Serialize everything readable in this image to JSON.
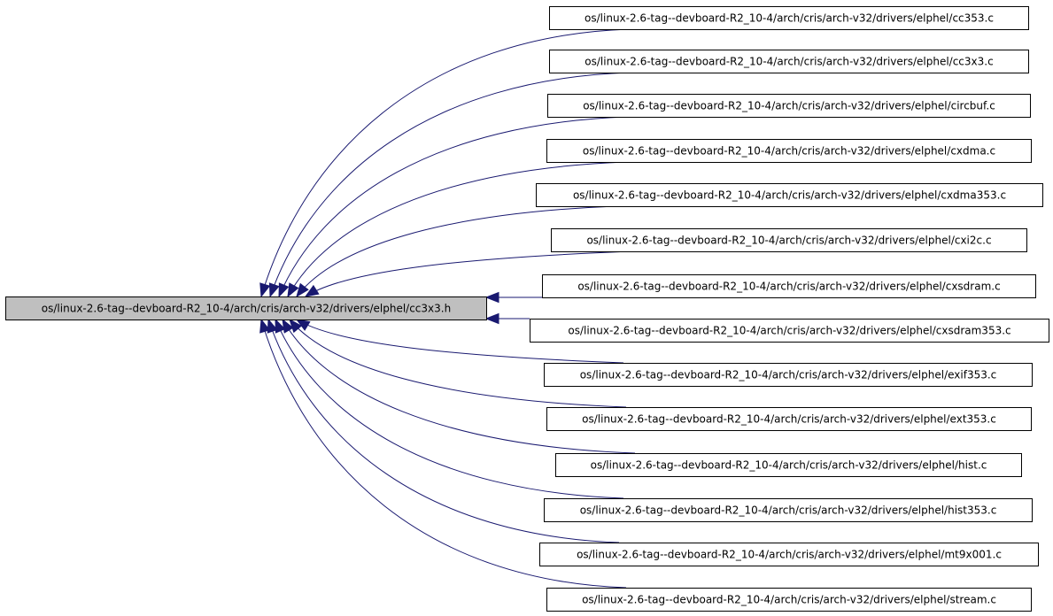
{
  "colors": {
    "edge": "#191970",
    "target_fill": "#bfbfbf",
    "source_fill": "#ffffff",
    "border": "#000000"
  },
  "graph": {
    "target": {
      "label": "os/linux-2.6-tag--devboard-R2_10-4/arch/cris/arch-v32/drivers/elphel/cc3x3.h"
    },
    "sources": [
      {
        "label": "os/linux-2.6-tag--devboard-R2_10-4/arch/cris/arch-v32/drivers/elphel/cc353.c"
      },
      {
        "label": "os/linux-2.6-tag--devboard-R2_10-4/arch/cris/arch-v32/drivers/elphel/cc3x3.c"
      },
      {
        "label": "os/linux-2.6-tag--devboard-R2_10-4/arch/cris/arch-v32/drivers/elphel/circbuf.c"
      },
      {
        "label": "os/linux-2.6-tag--devboard-R2_10-4/arch/cris/arch-v32/drivers/elphel/cxdma.c"
      },
      {
        "label": "os/linux-2.6-tag--devboard-R2_10-4/arch/cris/arch-v32/drivers/elphel/cxdma353.c"
      },
      {
        "label": "os/linux-2.6-tag--devboard-R2_10-4/arch/cris/arch-v32/drivers/elphel/cxi2c.c"
      },
      {
        "label": "os/linux-2.6-tag--devboard-R2_10-4/arch/cris/arch-v32/drivers/elphel/cxsdram.c"
      },
      {
        "label": "os/linux-2.6-tag--devboard-R2_10-4/arch/cris/arch-v32/drivers/elphel/cxsdram353.c"
      },
      {
        "label": "os/linux-2.6-tag--devboard-R2_10-4/arch/cris/arch-v32/drivers/elphel/exif353.c"
      },
      {
        "label": "os/linux-2.6-tag--devboard-R2_10-4/arch/cris/arch-v32/drivers/elphel/ext353.c"
      },
      {
        "label": "os/linux-2.6-tag--devboard-R2_10-4/arch/cris/arch-v32/drivers/elphel/hist.c"
      },
      {
        "label": "os/linux-2.6-tag--devboard-R2_10-4/arch/cris/arch-v32/drivers/elphel/hist353.c"
      },
      {
        "label": "os/linux-2.6-tag--devboard-R2_10-4/arch/cris/arch-v32/drivers/elphel/mt9x001.c"
      },
      {
        "label": "os/linux-2.6-tag--devboard-R2_10-4/arch/cris/arch-v32/drivers/elphel/stream.c"
      }
    ]
  }
}
